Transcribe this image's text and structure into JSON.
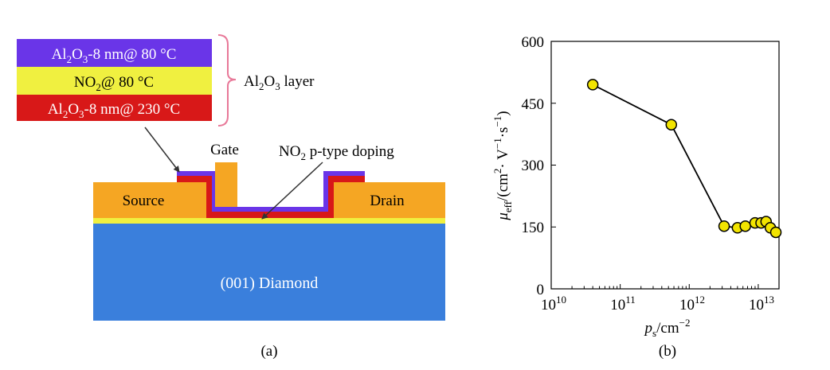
{
  "colors": {
    "layer_top": "#6a35e8",
    "layer_mid": "#f0f040",
    "layer_bottom": "#d81818",
    "bracket": "#e87898",
    "source_drain": "#f5a623",
    "substrate": "#3a7fdc",
    "marker_fill": "#f2e400",
    "line": "#000000"
  },
  "panel_a": {
    "layer_top": {
      "pre": "Al",
      "s1": "2",
      "mid": "O",
      "s2": "3",
      "post": "-8 nm@ 80 °C"
    },
    "layer_mid": {
      "pre": "NO",
      "s1": "2",
      "post": "@ 80 °C"
    },
    "layer_bottom": {
      "pre": "Al",
      "s1": "2",
      "mid": "O",
      "s2": "3",
      "post": "-8 nm@ 230 °C"
    },
    "bracket_label": {
      "pre": "Al",
      "s1": "2",
      "mid": "O",
      "s2": "3",
      "post": " layer"
    },
    "gate": "Gate",
    "doping": {
      "pre": "NO",
      "s1": "2",
      "post": " p-type doping"
    },
    "source": "Source",
    "drain": "Drain",
    "substrate": "(001) Diamond",
    "caption": "(a)"
  },
  "panel_b": {
    "caption": "(b)",
    "ylabel": {
      "mu": "μ",
      "sub": "eff",
      "unit": "/(cm",
      "e1": "2",
      "u2": "· V",
      "e2": "−1",
      "u3": "·s",
      "e3": "−1",
      "close": ")"
    },
    "xlabel": {
      "p": "p",
      "sub": "s",
      "unit": "/cm",
      "exp": "−2"
    },
    "yticks": [
      "0",
      "150",
      "300",
      "450",
      "600"
    ],
    "xticks": [
      {
        "base": "10",
        "exp": "10"
      },
      {
        "base": "10",
        "exp": "11"
      },
      {
        "base": "10",
        "exp": "12"
      },
      {
        "base": "10",
        "exp": "13"
      }
    ]
  },
  "chart_data": {
    "type": "scatter",
    "xscale": "log",
    "xlim": [
      10000000000.0,
      20000000000000.0
    ],
    "ylim": [
      0,
      600
    ],
    "x_unit": "cm^-2",
    "y_unit": "cm^2·V^-1·s^-1",
    "points": [
      {
        "x": 40000000000.0,
        "y": 495
      },
      {
        "x": 550000000000.0,
        "y": 398
      },
      {
        "x": 3200000000000.0,
        "y": 152
      },
      {
        "x": 5000000000000.0,
        "y": 148
      },
      {
        "x": 6500000000000.0,
        "y": 152
      },
      {
        "x": 9000000000000.0,
        "y": 160
      },
      {
        "x": 11000000000000.0,
        "y": 160
      },
      {
        "x": 13000000000000.0,
        "y": 163
      },
      {
        "x": 15000000000000.0,
        "y": 148
      },
      {
        "x": 18000000000000.0,
        "y": 137
      }
    ],
    "connected": true,
    "grid": false,
    "legend": "none"
  }
}
